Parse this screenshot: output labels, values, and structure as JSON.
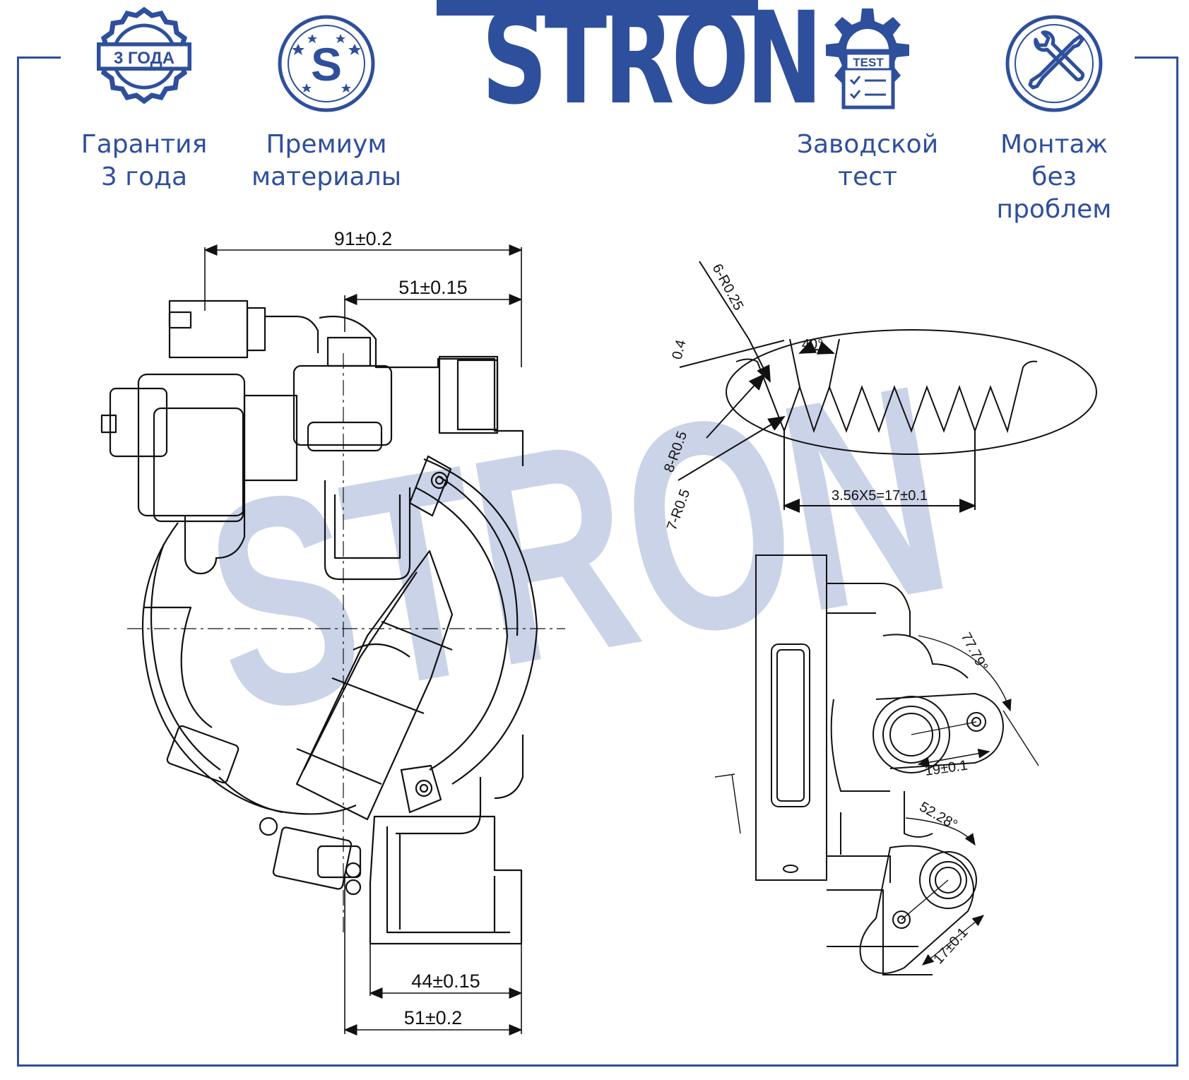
{
  "brand": {
    "logo_text": "STRON",
    "watermark_text": "STRON",
    "color": "#2e4f9c",
    "watermark_color": "#c5cfe6"
  },
  "badges": [
    {
      "icon": "warranty-seal-icon",
      "badge_text": "3 ГОДА",
      "line1": "Гарантия",
      "line2": "3 года"
    },
    {
      "icon": "premium-s-icon",
      "badge_text": "S",
      "line1": "Премиум",
      "line2": "материалы"
    },
    {
      "icon": "factory-test-gear-icon",
      "badge_text": "TEST",
      "line1": "Заводской",
      "line2": "тест"
    },
    {
      "icon": "tools-icon",
      "badge_text": "",
      "line1": "Монтаж",
      "line2": "без проблем"
    }
  ],
  "dimensions": {
    "top_width": "91±0.2",
    "top_inner": "51±0.15",
    "bottom_inner": "44±0.15",
    "bottom_width": "51±0.2",
    "groove_radius_6": "6-R0.25",
    "groove_depth": "0.4",
    "groove_angle": "40°",
    "groove_radius_8": "8-R0.5",
    "groove_radius_7": "7-R0.5",
    "groove_pitch": "3.56X5=17±0.1",
    "angle_upper": "77.79°",
    "hole_dist_upper": "19±0.1",
    "angle_lower": "52.28°",
    "hole_dist_lower": "17±0.1"
  }
}
